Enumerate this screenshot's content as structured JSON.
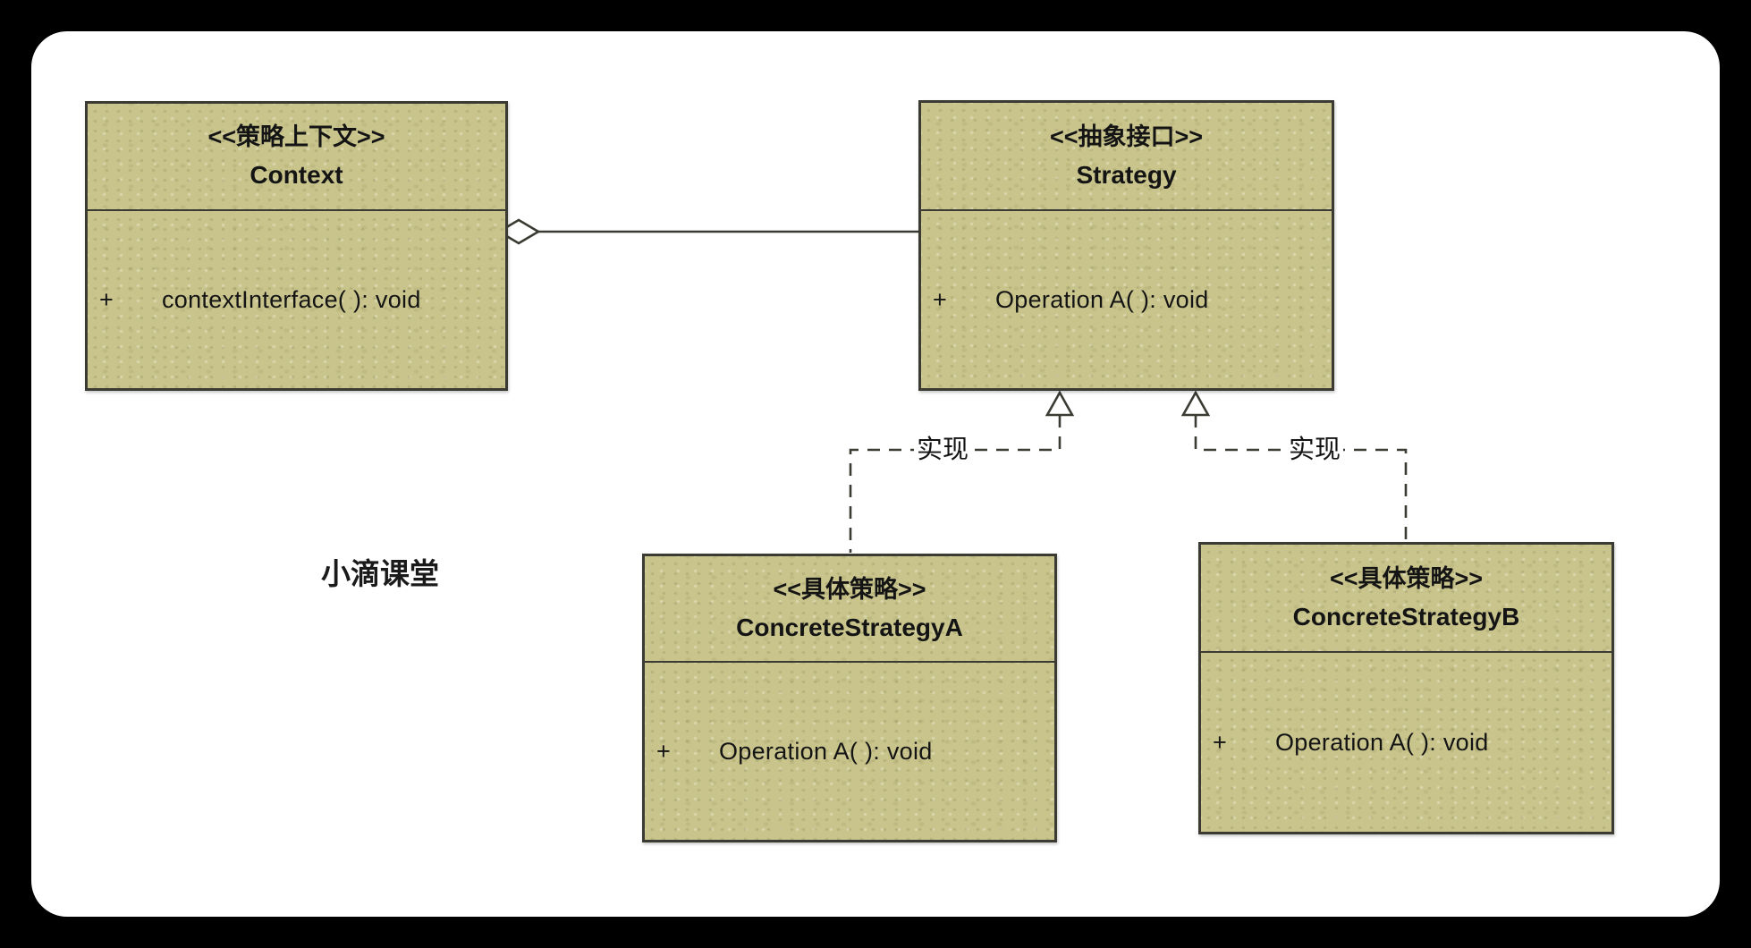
{
  "diagram": {
    "title_watermark": "小滴课堂",
    "classes": [
      {
        "id": "context",
        "stereotype": "<<策略上下文>>",
        "name": "Context",
        "method_visibility": "+",
        "method_signature": "contextInterface( ): void"
      },
      {
        "id": "strategy",
        "stereotype": "<<抽象接口>>",
        "name": "Strategy",
        "method_visibility": "+",
        "method_signature": "Operation A( ): void"
      },
      {
        "id": "concrete-strategy-a",
        "stereotype": "<<具体策略>>",
        "name": "ConcreteStrategyA",
        "method_visibility": "+",
        "method_signature": "Operation A( ): void"
      },
      {
        "id": "concrete-strategy-b",
        "stereotype": "<<具体策略>>",
        "name": "ConcreteStrategyB",
        "method_visibility": "+",
        "method_signature": "Operation A( ): void"
      }
    ],
    "relationships": [
      {
        "type": "aggregation",
        "from": "Context",
        "to": "Strategy",
        "label": ""
      },
      {
        "type": "realization",
        "from": "ConcreteStrategyA",
        "to": "Strategy",
        "label": "实现"
      },
      {
        "type": "realization",
        "from": "ConcreteStrategyB",
        "to": "Strategy",
        "label": "实现"
      }
    ],
    "colors": {
      "frame_background": "#000000",
      "canvas_background": "#ffffff",
      "box_fill": "#c8c48c",
      "box_border": "#3b3b33",
      "line": "#3b3b33",
      "text": "#141414"
    }
  }
}
